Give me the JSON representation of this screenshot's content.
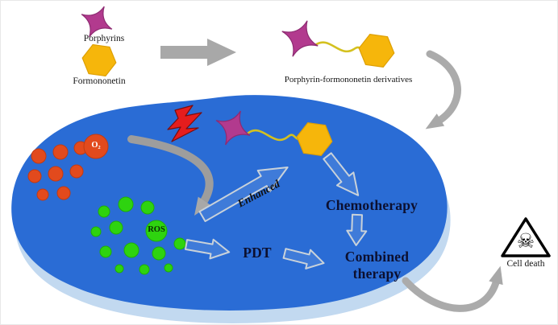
{
  "figure": {
    "porphyrins_label": "Porphyrins",
    "formononetin_label": "Formononetin",
    "derivatives_label": "Porphyrin-formononetin derivatives",
    "oxygen_label": "O₂",
    "ros_label": "ROS",
    "enhanced_label": "Enhanced",
    "chemotherapy_label": "Chemotherapy",
    "pdt_label": "PDT",
    "combined_therapy_label": "Combined therapy",
    "cell_death_label": "Cell death",
    "skull_icon_char": "☠"
  },
  "colors": {
    "cell_body": "#2a6cd5",
    "cell_shadow": "#c2d9f0",
    "porphyrin_star": "#b23a8e",
    "formononetin_hexagon": "#f6b60b",
    "linker_yellow": "#d4c11f",
    "oxygen_dot": "#e24a1d",
    "ros_dot": "#2ed30f",
    "arrow_gray": "#a8a8a8",
    "outline_arrow_stroke": "#c9d2da",
    "lightning_red": "#e51d1d",
    "therapy_text": "#0c1030"
  }
}
